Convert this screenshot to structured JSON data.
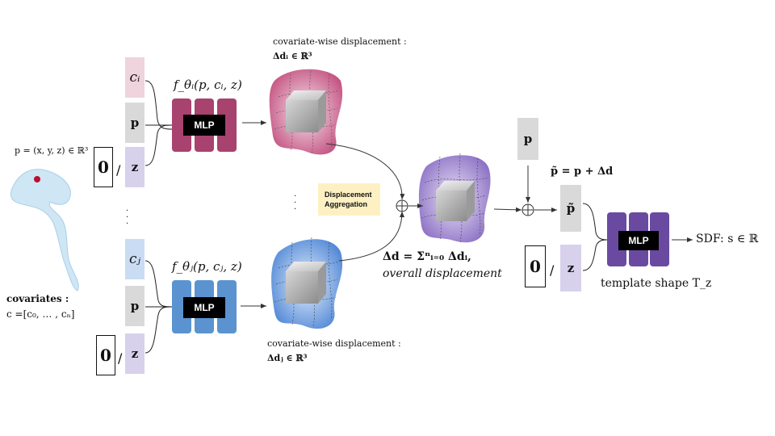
{
  "point": {
    "label": "p = (x, y, z) ∈ ℝ³"
  },
  "covariates": {
    "title": "covariates :",
    "vector": "c =[c₀, … , cₙ]"
  },
  "branch_i": {
    "cov_label": "cᵢ",
    "p_label": "p",
    "z_label": "z",
    "zero_label": "0",
    "slash": "/",
    "func": "f_θᵢ(p, cᵢ, z)",
    "mlp_label": "MLP",
    "disp_title": "covariate-wise displacement :",
    "disp_eq": "Δdᵢ ∈ ℝ³"
  },
  "branch_j": {
    "cov_label": "cⱼ",
    "p_label": "p",
    "z_label": "z",
    "zero_label": "0",
    "slash": "/",
    "func": "f_θⱼ(p, cⱼ, z)",
    "mlp_label": "MLP",
    "disp_title": "covariate-wise displacement :",
    "disp_eq": "Δdⱼ ∈ ℝ³"
  },
  "dots": {
    "vertical": "·\n·\n·"
  },
  "aggregation": {
    "line1": "Displacement",
    "line2": "Aggregation"
  },
  "overall": {
    "eq": "Δd = Σⁿᵢ₌₀ Δdᵢ,",
    "caption": "overall displacement"
  },
  "template": {
    "p_label": "p",
    "eq": "p̃ = p + Δd",
    "ptilde_label": "p̃",
    "z_label": "z",
    "zero_label": "0",
    "slash": "/",
    "mlp_label": "MLP",
    "caption": "template shape T_z",
    "output": "SDF: s ∈ ℝ"
  },
  "colors": {
    "pink_light": "#efd3dd",
    "pink_dark": "#a8426e",
    "blue_light": "#c9dcf3",
    "blue_dark": "#5b93d1",
    "purple_light": "#d7d1ec",
    "purple_dark": "#6a4aa1",
    "gray_box": "#d9d9d9",
    "agg_bg": "#fdf1c4"
  }
}
